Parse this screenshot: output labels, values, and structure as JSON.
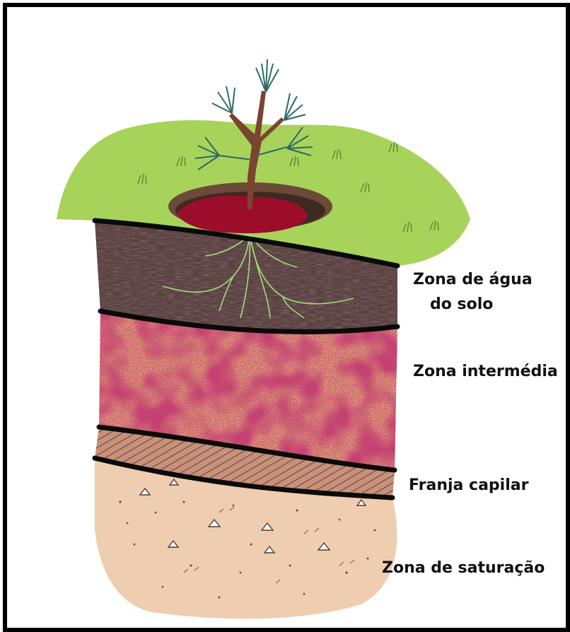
{
  "labels": {
    "soil_water_line1": "Zona de água",
    "soil_water_line2": "do solo",
    "intermediate": "Zona intermédia",
    "capillary_fringe": "Franja capilar",
    "saturation": "Zona de saturação"
  },
  "colors": {
    "frame": "#000000",
    "grass": "#a7d35a",
    "soil_water_zone": "#5a3f3f",
    "intermediate_base": "#e0a874",
    "intermediate_speckle": "#8e0f2e",
    "capillary_fringe": "#b88570",
    "saturation_zone": "#efcdb0",
    "boundary_line": "#0a0a0a",
    "roots": "#9fe07a",
    "mulch": "#9b0d2a",
    "trunk": "#7a4431",
    "needles": "#2d6a66"
  }
}
